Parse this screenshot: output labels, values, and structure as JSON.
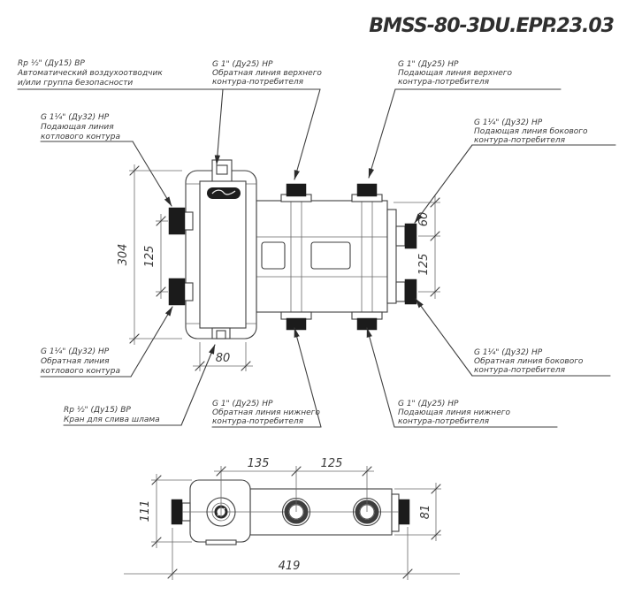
{
  "title": "BMSS-80-3DU.EPP.23.03",
  "colors": {
    "line": "#3f3f3f",
    "port_fill": "#1b1b1b",
    "background": "#ffffff",
    "text": "#3a3a3a"
  },
  "front_view": {
    "labels": {
      "air_vent": {
        "lines": [
          "Rp ½\" (Ду15) ВР",
          "Автоматический воздухоотводчик",
          "и/или группа безопасности"
        ]
      },
      "boiler_supply": {
        "lines": [
          "G 1¼\" (Ду32) НР",
          "Подающая линия",
          "котлового контура"
        ]
      },
      "upper_return": {
        "lines": [
          "G 1\" (Ду25) НР",
          "Обратная линия верхнего",
          "контура-потребителя"
        ]
      },
      "upper_supply": {
        "lines": [
          "G 1\" (Ду25) НР",
          "Подающая линия верхнего",
          "контура-потребителя"
        ]
      },
      "side_supply": {
        "lines": [
          "G 1¼\" (Ду32) НР",
          "Подающая линия бокового",
          "контура-потребителя"
        ]
      },
      "boiler_return": {
        "lines": [
          "G 1¼\" (Ду32) НР",
          "Обратная линия",
          "котлового контура"
        ]
      },
      "drain": {
        "lines": [
          "Rp ½\" (Ду15) ВР",
          "Кран для слива шлама"
        ]
      },
      "lower_return": {
        "lines": [
          "G 1\" (Ду25) НР",
          "Обратная линия нижнего",
          "контура-потребителя"
        ]
      },
      "lower_supply": {
        "lines": [
          "G 1\" (Ду25) НР",
          "Подающая линия нижнего",
          "контура-потребителя"
        ]
      },
      "side_return": {
        "lines": [
          "G 1¼\" (Ду32) НР",
          "Обратная линия бокового",
          "контура-потребителя"
        ]
      }
    },
    "dimensions": {
      "overall_height": "304",
      "left_port_spacing": "125",
      "body_width": "80",
      "side_port_offset": "60",
      "side_port_spacing": "125"
    }
  },
  "bottom_view": {
    "dimensions": {
      "port_spacing_1": "135",
      "port_spacing_2": "125",
      "left_depth": "111",
      "right_depth": "81",
      "overall_length": "419"
    }
  }
}
